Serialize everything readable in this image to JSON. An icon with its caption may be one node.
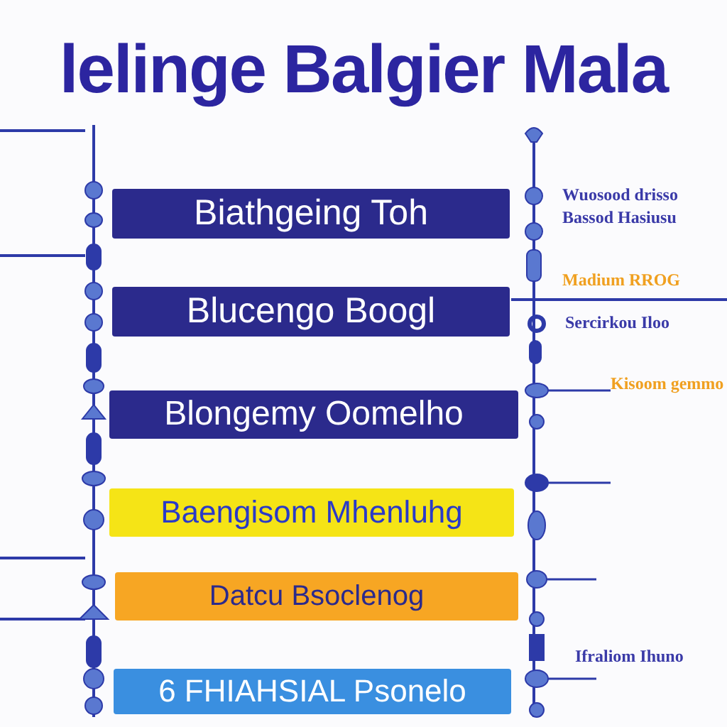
{
  "diagram": {
    "title": "lelinge Balgier Mala",
    "nodes": [
      {
        "text": [
          "Biathgeing Toh"
        ]
      },
      {
        "text": [
          "Blucengo Boogl"
        ]
      },
      {
        "text": [
          "Blongemy Oomelho"
        ]
      },
      {
        "text": [
          "Baengisom Mhenluhg"
        ]
      },
      {
        "text": [
          "Datcu Bsoclenog"
        ]
      },
      {
        "text": [
          "6 FHIAHSIAL Psonelo"
        ]
      }
    ],
    "labels": [
      "Wuosood drisso",
      "Bassod Hasiusu",
      "Madium RROG",
      "Sercirkou Iloo",
      "Kisoom gemmo",
      "Ifraliom Ihuno"
    ]
  }
}
